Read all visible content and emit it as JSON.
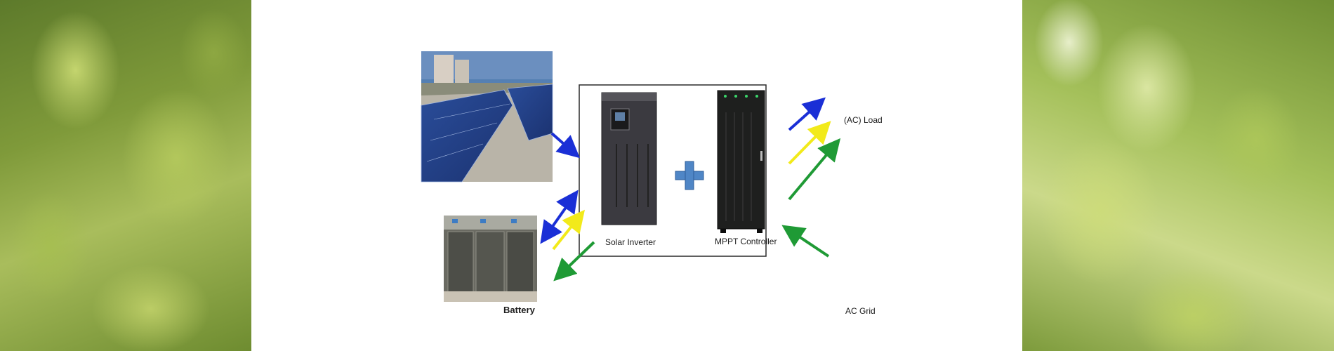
{
  "labels": {
    "solar_inverter": "Solar Inverter",
    "mppt_controller": "MPPT Controller",
    "ac_load": "(AC) Load",
    "battery": "Battery",
    "ac_grid": "AC Grid"
  },
  "colors": {
    "blue_arrow": "#1a2fd6",
    "yellow_arrow": "#f2ea1a",
    "green_arrow": "#1f9a35",
    "plus_sign": "#4f86c6"
  },
  "icons": [
    "solar-panel-photo",
    "battery-bank-photo",
    "inverter-cabinet",
    "mppt-cabinet",
    "electric-motor",
    "power-pylon"
  ]
}
